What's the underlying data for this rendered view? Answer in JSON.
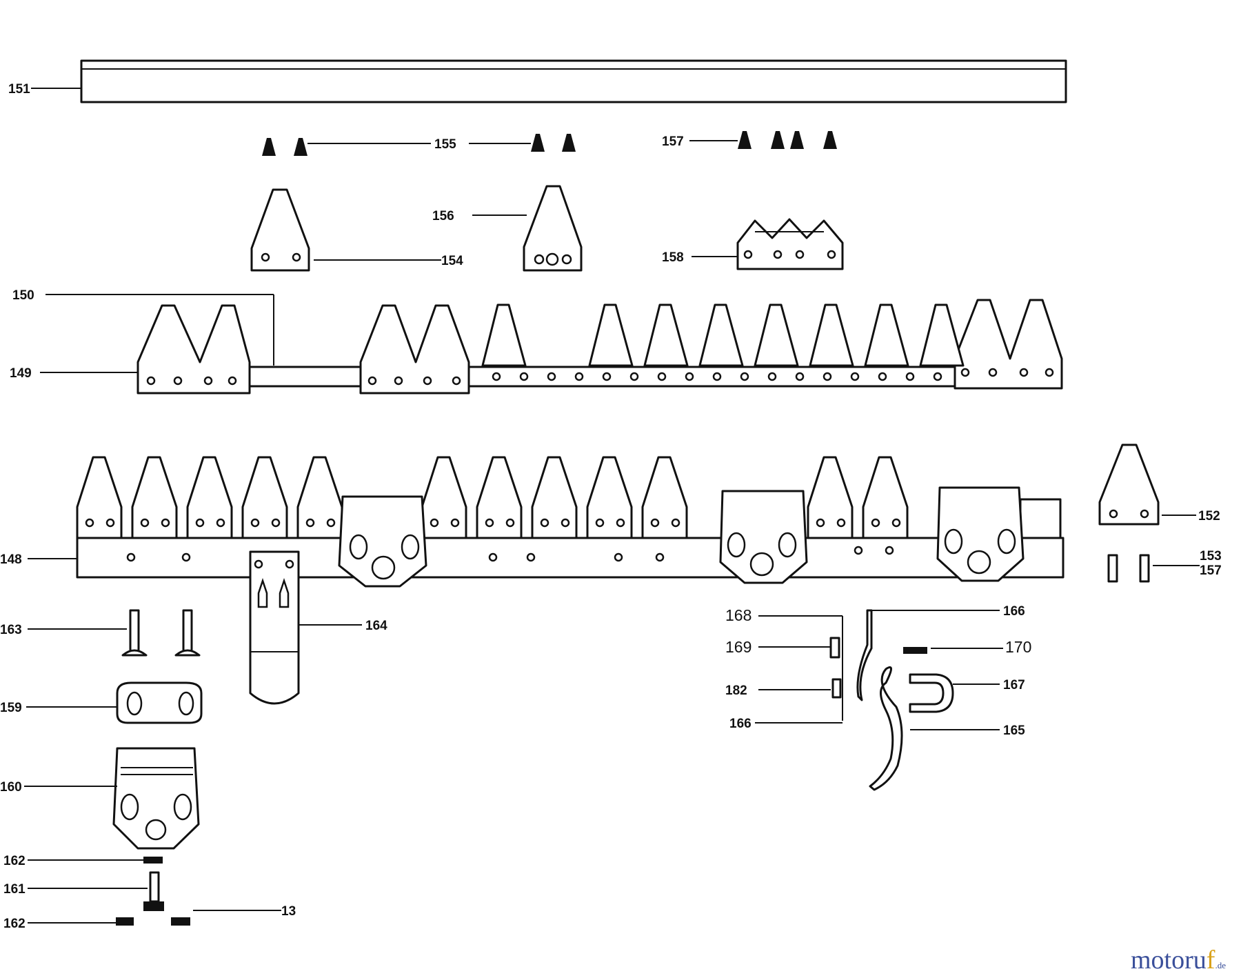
{
  "labels": {
    "l151": "151",
    "l155a": "155",
    "l157a": "157",
    "l156": "156",
    "l154": "154",
    "l158": "158",
    "l150": "150",
    "l149": "149",
    "l148": "148",
    "l152a": "152",
    "l153": "153",
    "l157b": "157",
    "l163": "163",
    "l164": "164",
    "l159": "159",
    "l160": "160",
    "l162a": "162",
    "l161": "161",
    "l162b": "162",
    "l13": "13",
    "l168": "168",
    "l169": "169",
    "l182": "182",
    "l166a": "166",
    "l166b": "166",
    "l170": "170",
    "l167": "167",
    "l165": "165"
  },
  "brand": {
    "main": "motoru",
    "accent": "f",
    "suffix": ".de"
  },
  "colors": {
    "ink": "#111111",
    "brand_blue": "#3a4f9a",
    "brand_gold": "#d9a21b"
  }
}
